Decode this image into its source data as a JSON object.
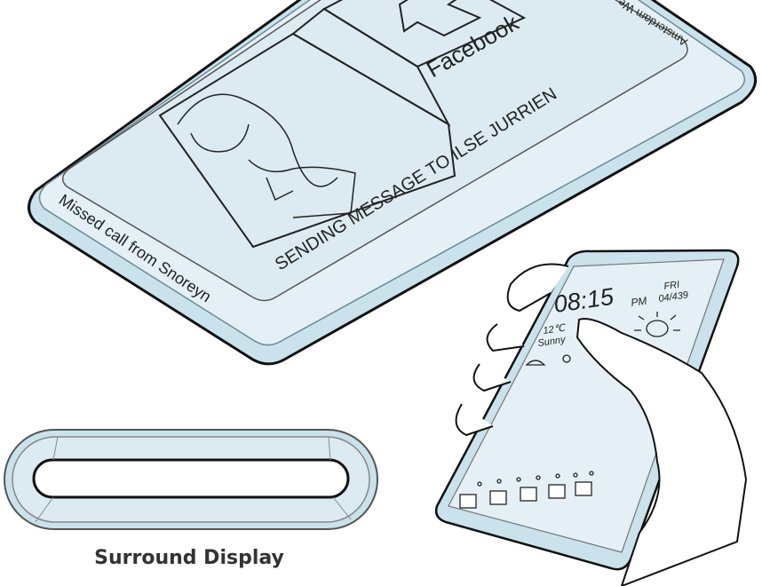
{
  "big_phone": {
    "app_label": "Facebook",
    "status_message": "SENDING MESSAGE TO ILSE JURRIEN",
    "side_notification": "Missed call from Snoreyn",
    "top_edge_text": "Amsterdam We"
  },
  "small_phone": {
    "time": "08:15",
    "ampm": "PM",
    "day": "FRI",
    "date": "04/439",
    "temperature": "12℃",
    "weather": "Sunny",
    "dock_icons": [
      "phone-icon",
      "contacts-icon",
      "messages-icon",
      "mail-icon",
      "apps-grid-icon"
    ]
  },
  "caption": "Surround Display",
  "colors": {
    "screen": "#dcebf1",
    "body": "#c9e2ec",
    "outline": "#111111"
  }
}
